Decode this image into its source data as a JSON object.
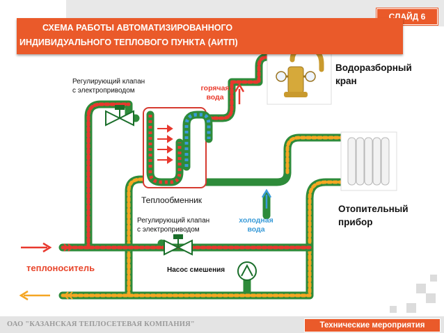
{
  "slide": {
    "badge": "СЛАЙД  6"
  },
  "title": {
    "line1": "СХЕМА РАБОТЫ АВТОМАТИЗИРОВАННОГО",
    "line2": "ИНДИВИДУАЛЬНОГО ТЕПЛОВОГО ПУНКТА (АИТП)"
  },
  "labels": {
    "valve_top": [
      "Регулирующий клапан",
      "с электроприводом"
    ],
    "valve_bottom": [
      "Регулирующий клапан",
      "с электроприводом"
    ],
    "hot_water": [
      "горячая",
      "вода"
    ],
    "cold_water": [
      "холодная",
      "вода"
    ],
    "faucet": [
      "Водоразборный",
      "кран"
    ],
    "heater": [
      "Отопительный",
      "прибор"
    ],
    "exchanger": "Теплообменник",
    "pump": "Насос  смешения",
    "carrier": "теплоноситель"
  },
  "footer": {
    "company": "ОАО \"КАЗАНСКАЯ ТЕПЛОСЕТЕВАЯ КОМПАНИЯ\"",
    "tag": "Технические мероприятия"
  },
  "colors": {
    "accent": "#ea5a2a",
    "hot": "#e8382e",
    "cold": "#3a9bd8",
    "pipe_green": "#2e8b3a",
    "return_orange": "#f5a623"
  },
  "icons": {
    "valve": "control-valve-icon",
    "pump": "pump-icon",
    "faucet": "faucet-icon",
    "radiator": "radiator-icon"
  }
}
